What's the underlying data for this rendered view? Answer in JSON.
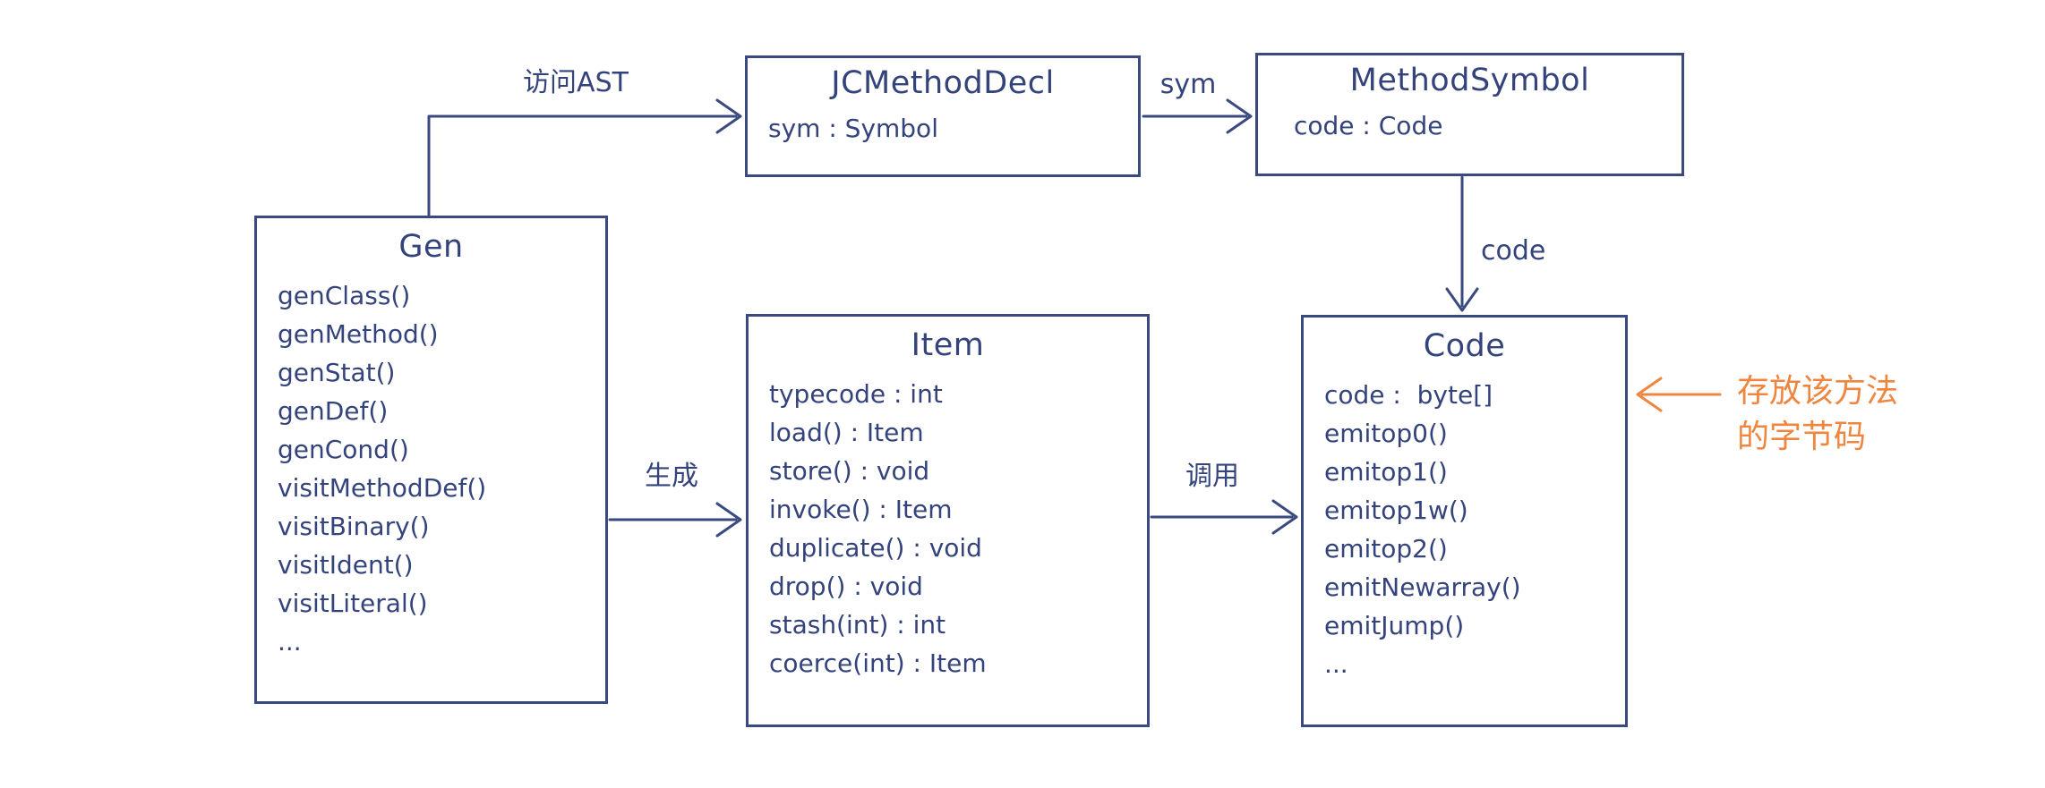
{
  "diagram": {
    "colors": {
      "ink": "#34437B",
      "line": "#3A4A80",
      "accent_orange": "#EE8640",
      "background": "#FFFFFF"
    },
    "boxes": [
      {
        "id": "gen",
        "title": "Gen",
        "members": [
          "genClass()",
          "genMethod()",
          "genStat()",
          "genDef()",
          "genCond()",
          "visitMethodDef()",
          "visitBinary()",
          "visitIdent()",
          "visitLiteral()",
          "..."
        ]
      },
      {
        "id": "jcmethoddecl",
        "title": "JCMethodDecl",
        "members": [
          "sym : Symbol"
        ]
      },
      {
        "id": "methodsymbol",
        "title": "MethodSymbol",
        "members": [
          "code : Code"
        ]
      },
      {
        "id": "item",
        "title": "Item",
        "members": [
          "typecode : int",
          "load() : Item",
          "store() : void",
          "invoke() : Item",
          "duplicate() : void",
          "drop() : void",
          "stash(int) : int",
          "coerce(int) : Item"
        ]
      },
      {
        "id": "code",
        "title": "Code",
        "members": [
          "code :  byte[]",
          "emitop0()",
          "emitop1()",
          "emitop1w()",
          "emitop2()",
          "emitNewarray()",
          "emitJump()",
          "..."
        ]
      }
    ],
    "edge_labels": {
      "visit_ast": "访问AST",
      "sym": "sym",
      "code": "code",
      "generate": "生成",
      "invoke": "调用"
    },
    "annotation": {
      "line1": "存放该方法",
      "line2": "的字节码"
    }
  }
}
